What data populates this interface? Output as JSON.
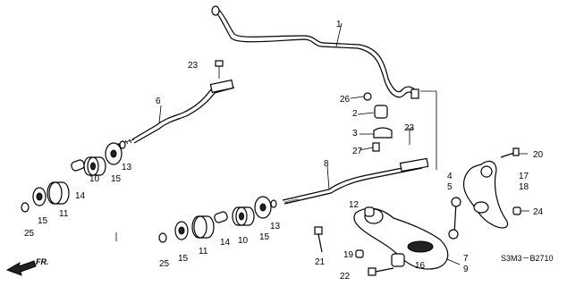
{
  "diagram_code": "S3M3－B2710",
  "direction_label": "FR.",
  "callouts": {
    "c1": "1",
    "c2": "2",
    "c3": "3",
    "c4": "4",
    "c5": "5",
    "c6": "6",
    "c7": "7",
    "c8": "8",
    "c9": "9",
    "c10": "10",
    "c11": "11",
    "c12": "12",
    "c13": "13",
    "c14": "14",
    "c15": "15",
    "c16": "16",
    "c17": "17",
    "c18": "18",
    "c19": "19",
    "c20": "20",
    "c21": "21",
    "c22": "22",
    "c23": "23",
    "c24": "24",
    "c25": "25",
    "c26": "26",
    "c27": "27"
  },
  "icons": [
    "arrow-front-icon"
  ]
}
